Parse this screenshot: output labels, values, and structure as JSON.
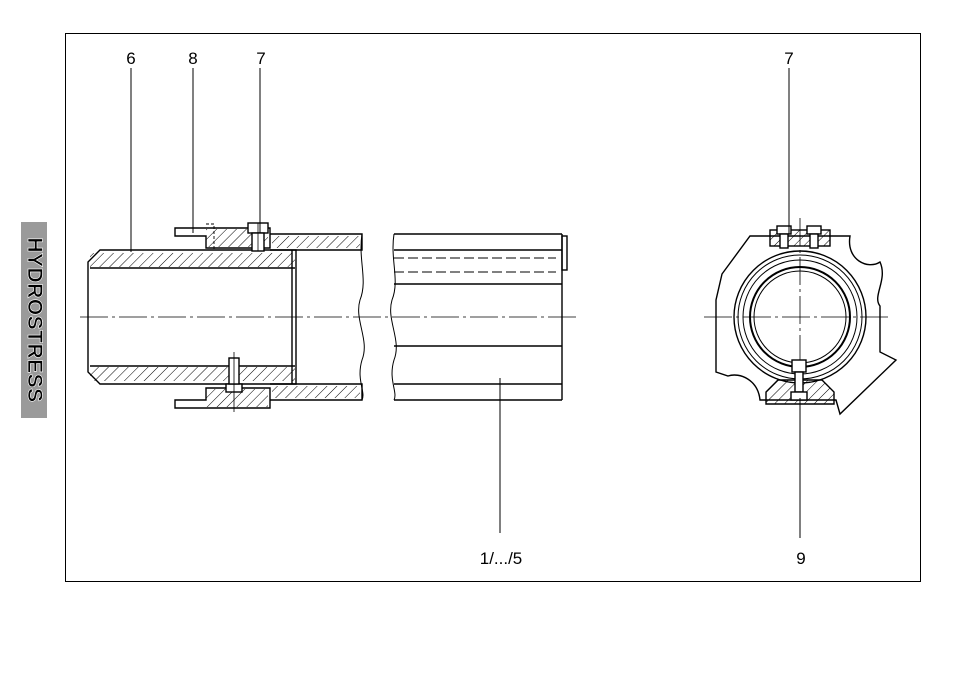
{
  "brand": {
    "name": "HYDROSTRESS"
  },
  "labels": {
    "part_6": "6",
    "part_8": "8",
    "part_7_left": "7",
    "part_7_right": "7",
    "part_1_5": "1/.../5",
    "part_9": "9"
  }
}
